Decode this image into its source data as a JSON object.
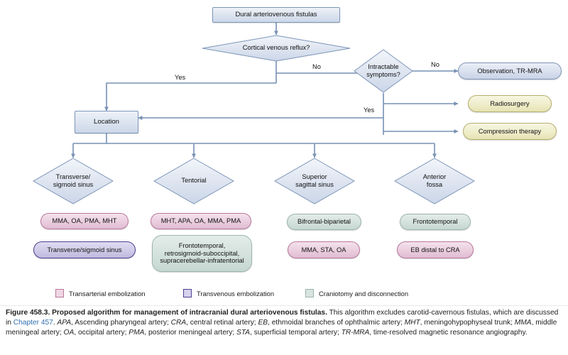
{
  "figure": {
    "number": "Figure 458.3.",
    "title": "Proposed algorithm for management of intracranial dural arteriovenous fistulas.",
    "body_1": "This algorithm excludes carotid-cavernous fistulas, which are discussed in ",
    "chapter_link": "Chapter 457",
    "body_2": ". ",
    "abbrev": [
      {
        "abbr": "APA",
        "def": ", Ascending pharyngeal artery; "
      },
      {
        "abbr": "CRA",
        "def": ", central retinal artery; "
      },
      {
        "abbr": "EB",
        "def": ", ethmoidal branches of ophthalmic artery; "
      },
      {
        "abbr": "MHT",
        "def": ", meningohypophyseal trunk; "
      },
      {
        "abbr": "MMA",
        "def": ", middle meningeal artery; "
      },
      {
        "abbr": "OA",
        "def": ", occipital artery; "
      },
      {
        "abbr": "PMA",
        "def": ", posterior meningeal artery; "
      },
      {
        "abbr": "STA",
        "def": ", superficial temporal artery; "
      },
      {
        "abbr": "TR-MRA",
        "def": ", time-resolved magnetic resonance angiography."
      }
    ]
  },
  "nodes": {
    "root": "Dural arteriovenous fistulas",
    "decision_reflux": "Cortical venous reflux?",
    "decision_symptoms": "Intractable\nsymptoms?",
    "location": "Location",
    "observation": "Observation, TR-MRA",
    "radiosurgery": "Radiosurgery",
    "compression": "Compression therapy",
    "loc_transverse": "Transverse/\nsigmoid sinus",
    "loc_tentorial": "Tentorial",
    "loc_superior": "Superior\nsagittal sinus",
    "loc_anterior": "Anterior\nfossa",
    "tx_transverse_arterial": "MMA, OA, PMA, MHT",
    "tx_transverse_venous": "Transverse/sigmoid sinus",
    "tx_tentorial_arterial": "MHT, APA, OA, MMA, PMA",
    "tx_tentorial_cranio": "Frontotemporal,\nretrosigmoid-suboccipital,\nsupracerebellar-infratentorial",
    "tx_superior_cranio": "Bifrontal-biparietal",
    "tx_superior_arterial": "MMA, STA, OA",
    "tx_anterior_cranio": "Frontotemporal",
    "tx_anterior_arterial": "EB distal to CRA"
  },
  "edge_labels": {
    "reflux_yes": "Yes",
    "reflux_no": "No",
    "symptoms_no": "No",
    "symptoms_yes": "Yes"
  },
  "legend": [
    {
      "label": "Transarterial embolization",
      "swatch": "pink"
    },
    {
      "label": "Transvenous embolization",
      "swatch": "purple"
    },
    {
      "label": "Craniotomy and disconnection",
      "swatch": "green"
    }
  ],
  "colors": {
    "connector": "#7790b4",
    "process_fill": "#dbe3ef",
    "process_border": "#7d96b8",
    "pink_fill": "#e9cbdd",
    "purple_fill": "#cdc8e6",
    "green_fill": "#d2e0db",
    "cream_fill": "#eeecc8",
    "link": "#2f6fb0"
  }
}
